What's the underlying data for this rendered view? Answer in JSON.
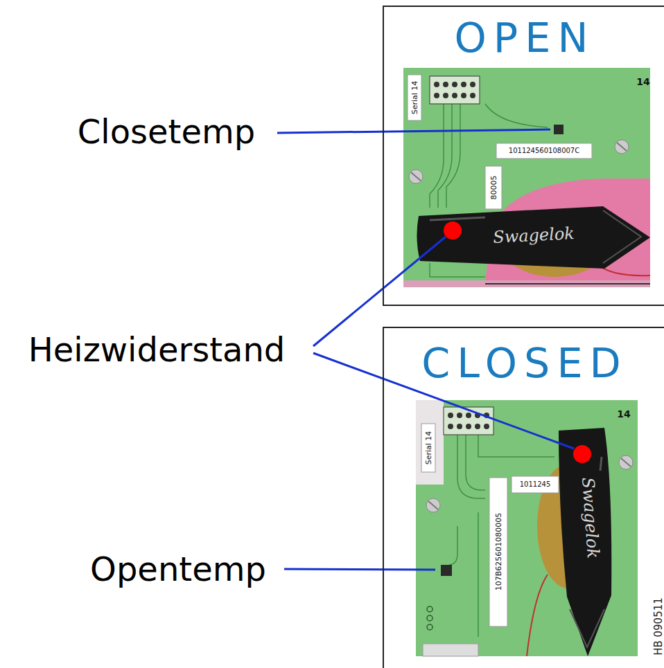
{
  "diagram": {
    "nodes": [
      {
        "text": [
          "OPEN"
        ]
      },
      {
        "text": [
          "CLOSED"
        ]
      }
    ],
    "labels": [
      "Closetemp",
      "Heizwiderstand",
      "Opentemp",
      "HB 090511",
      "Serial 14",
      "14",
      "Swagelok",
      "101124560108007C",
      "80005",
      "Serial 14",
      "14",
      "1011245",
      "Swagelok",
      "107B625601080005"
    ]
  }
}
